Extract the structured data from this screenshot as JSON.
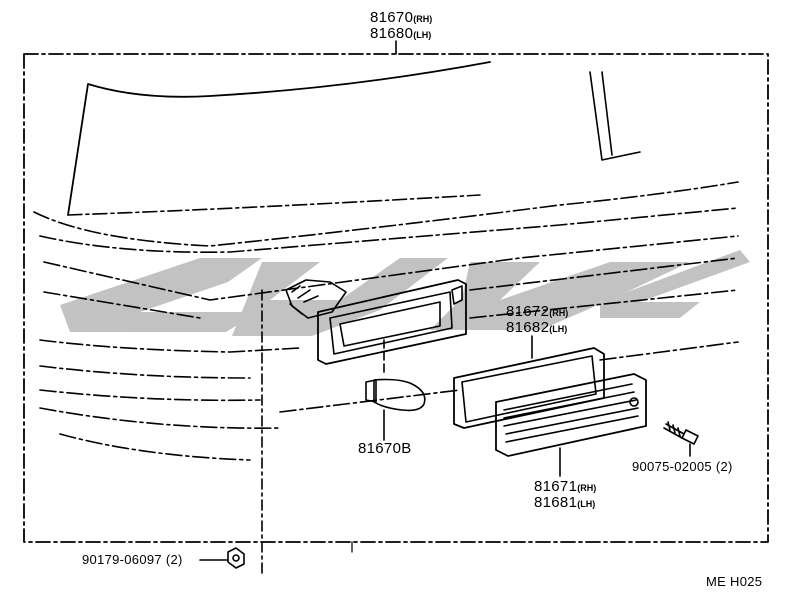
{
  "colors": {
    "line": "#000000",
    "watermark": "#b8b8b8",
    "background": "#ffffff"
  },
  "labels": {
    "assy_rh": {
      "number": "81670",
      "suffix": "(RH)"
    },
    "assy_lh": {
      "number": "81680",
      "suffix": "(LH)"
    },
    "gasket_rh": {
      "number": "81672",
      "suffix": "(RH)"
    },
    "gasket_lh": {
      "number": "81682",
      "suffix": "(LH)"
    },
    "bulb": {
      "number": "81670B"
    },
    "lens_rh": {
      "number": "81671",
      "suffix": "(RH)"
    },
    "lens_lh": {
      "number": "81681",
      "suffix": "(LH)"
    },
    "screw": {
      "number": "90075-02005",
      "qty": "(2)"
    },
    "nut": {
      "number": "90179-06097",
      "qty": "(2)"
    },
    "diagram_code": "ME H025"
  }
}
